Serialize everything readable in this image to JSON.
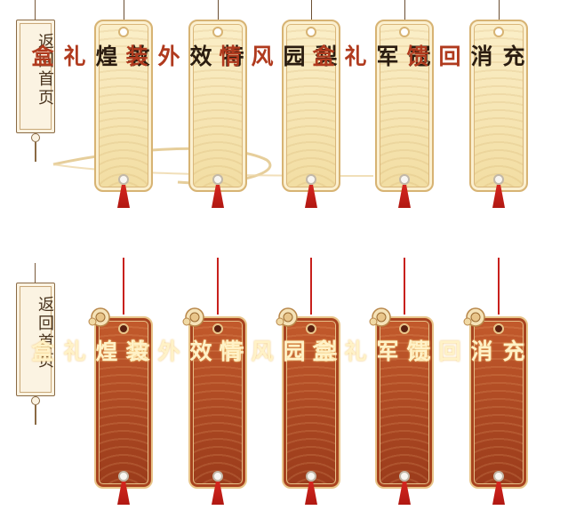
{
  "home_label": "返回首页",
  "cards": [
    {
      "line1": "敦煌",
      "line2": "礼盒"
    },
    {
      "line1": "特效",
      "line2": "外装"
    },
    {
      "line1": "梨园",
      "line2": "风情"
    },
    {
      "line1": "冠军",
      "line2": "礼盒"
    },
    {
      "line1": "充消",
      "line2": "回馈"
    }
  ],
  "colors": {
    "gold_tag": "#f2dda2",
    "red_tag": "#9a3b1b",
    "tassel": "#c8201c",
    "dark_text": "#2a1c10",
    "red_text": "#b03a1e"
  }
}
